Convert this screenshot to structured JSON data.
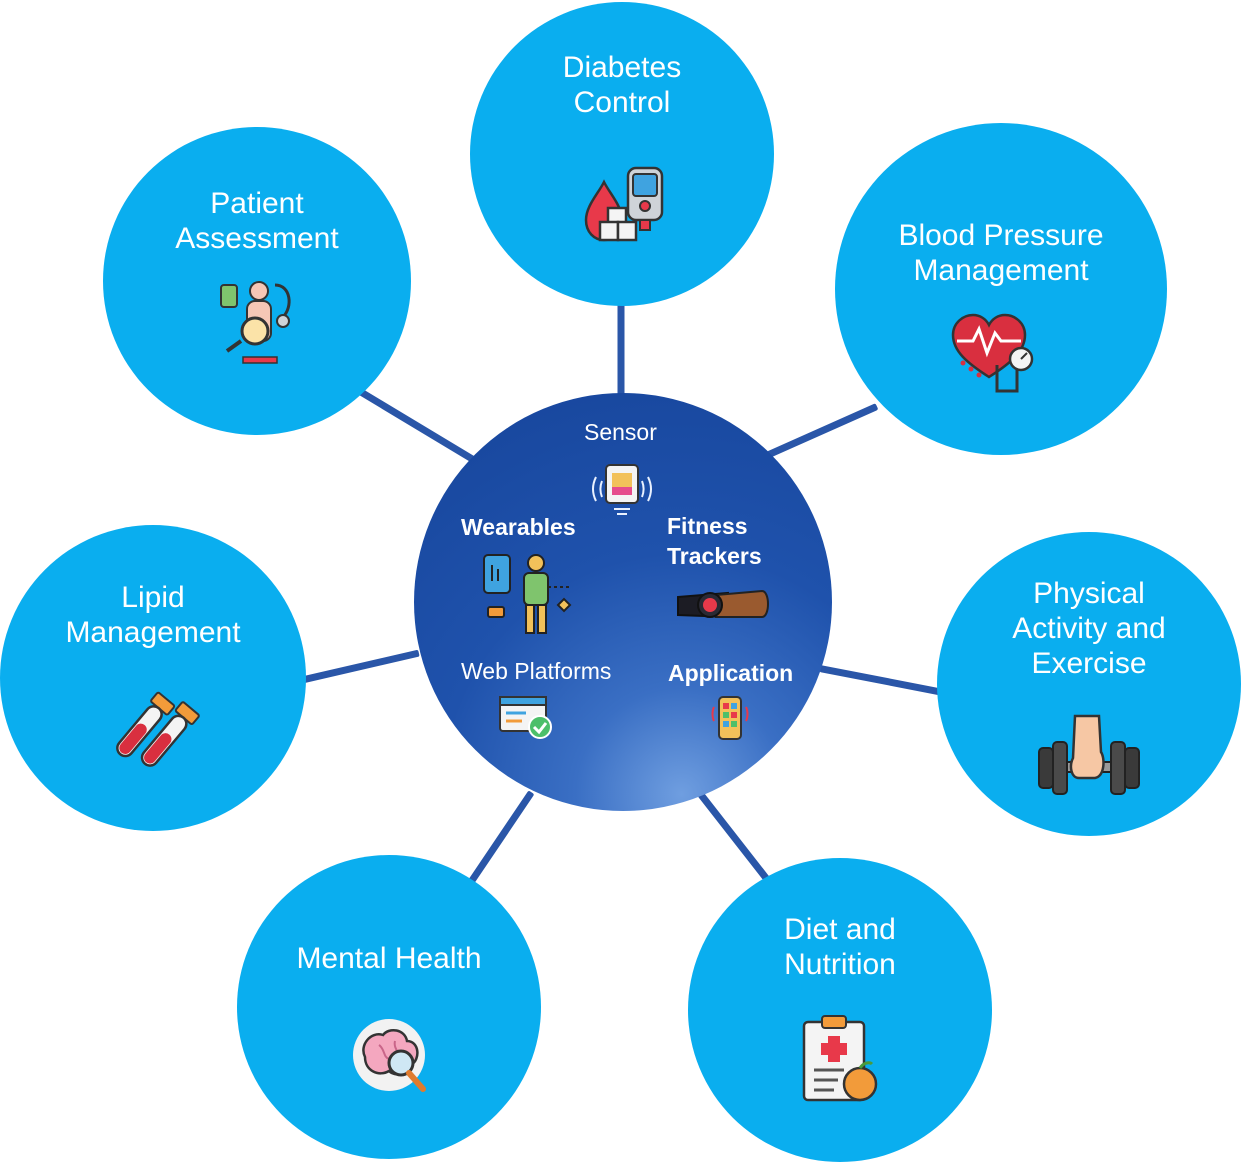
{
  "hub": {
    "sensor": "Sensor",
    "wearables": "Wearables",
    "fitness_trackers": [
      "Fitness",
      "Trackers"
    ],
    "web_platforms": "Web Platforms",
    "application": "Application"
  },
  "nodes": {
    "diabetes": [
      "Diabetes",
      "Control"
    ],
    "patient": [
      "Patient",
      "Assessment"
    ],
    "blood_pressure": [
      "Blood Pressure",
      "Management"
    ],
    "lipid": [
      "Lipid",
      "Management"
    ],
    "physical": [
      "Physical",
      "Activity and",
      "Exercise"
    ],
    "mental": [
      "Mental Health"
    ],
    "diet": [
      "Diet and",
      "Nutrition"
    ]
  },
  "colors": {
    "outer_circle": "#0aaeef",
    "hub": "#1f52ac",
    "connector": "#2a56a8",
    "text": "#ffffff"
  },
  "icons": {
    "diabetes": "glucose-meter-icon",
    "patient": "patient-examination-icon",
    "blood_pressure": "heart-blood-pressure-icon",
    "lipid": "blood-test-tubes-icon",
    "physical": "dumbbell-icon",
    "mental": "brain-magnifier-icon",
    "diet": "clipboard-apple-icon",
    "sensor": "sensor-chip-icon",
    "wearables": "wearable-person-icon",
    "fitness_trackers": "smartwatch-icon",
    "web_platforms": "web-platform-icon",
    "application": "mobile-app-icon"
  }
}
